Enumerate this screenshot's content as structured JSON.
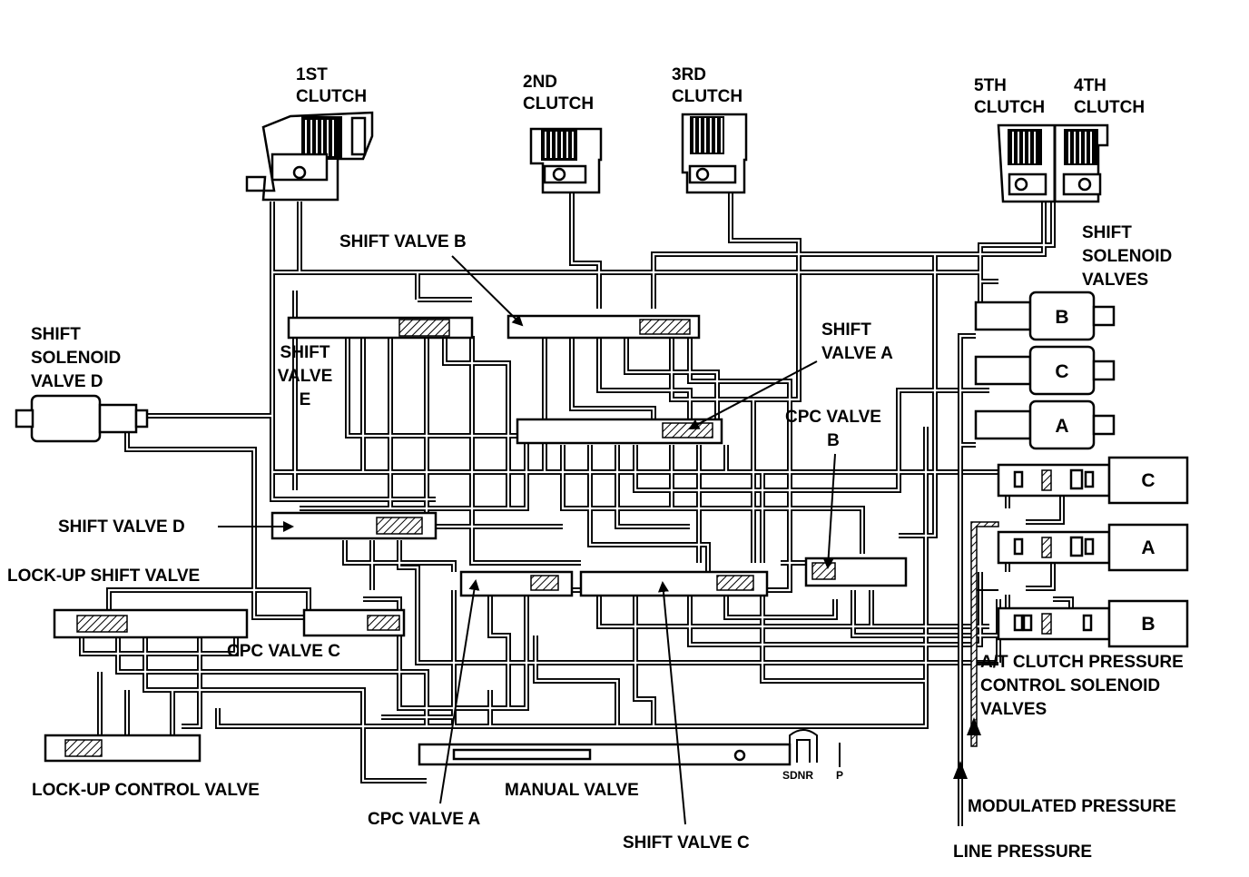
{
  "labels": {
    "first_clutch": [
      "1ST",
      "CLUTCH"
    ],
    "second_clutch": [
      "2ND",
      "CLUTCH"
    ],
    "third_clutch": [
      "3RD",
      "CLUTCH"
    ],
    "fifth_clutch": [
      "5TH",
      "CLUTCH"
    ],
    "fourth_clutch": [
      "4TH",
      "CLUTCH"
    ],
    "shift_valve_b": "SHIFT VALVE B",
    "shift_solenoid_valves": [
      "SHIFT",
      "SOLENOID",
      "VALVES"
    ],
    "shift_solenoid_valve_d": [
      "SHIFT",
      "SOLENOID",
      "VALVE D"
    ],
    "shift_valve_e": [
      "SHIFT",
      "VALVE",
      "E"
    ],
    "shift_valve_a": [
      "SHIFT",
      "VALVE A"
    ],
    "cpc_valve_b": [
      "CPC VALVE",
      "B"
    ],
    "shift_valve_d": "SHIFT VALVE D",
    "lock_up_shift_valve": "LOCK-UP SHIFT VALVE",
    "cpc_valve_c": "CPC VALVE C",
    "lock_up_control_valve": "LOCK-UP CONTROL VALVE",
    "manual_valve": "MANUAL VALVE",
    "cpc_valve_a": "CPC VALVE A",
    "shift_valve_c": "SHIFT VALVE C",
    "at_clutch_pressure_solenoids": [
      "A/T CLUTCH PRESSURE",
      "CONTROL SOLENOID",
      "VALVES"
    ],
    "modulated_pressure": "MODULATED PRESSURE",
    "line_pressure": "LINE PRESSURE",
    "manual_positions": "SDNR",
    "manual_park": "P"
  },
  "shift_solenoids": [
    "B",
    "C",
    "A"
  ],
  "pressure_control_solenoids": [
    "C",
    "A",
    "B"
  ]
}
